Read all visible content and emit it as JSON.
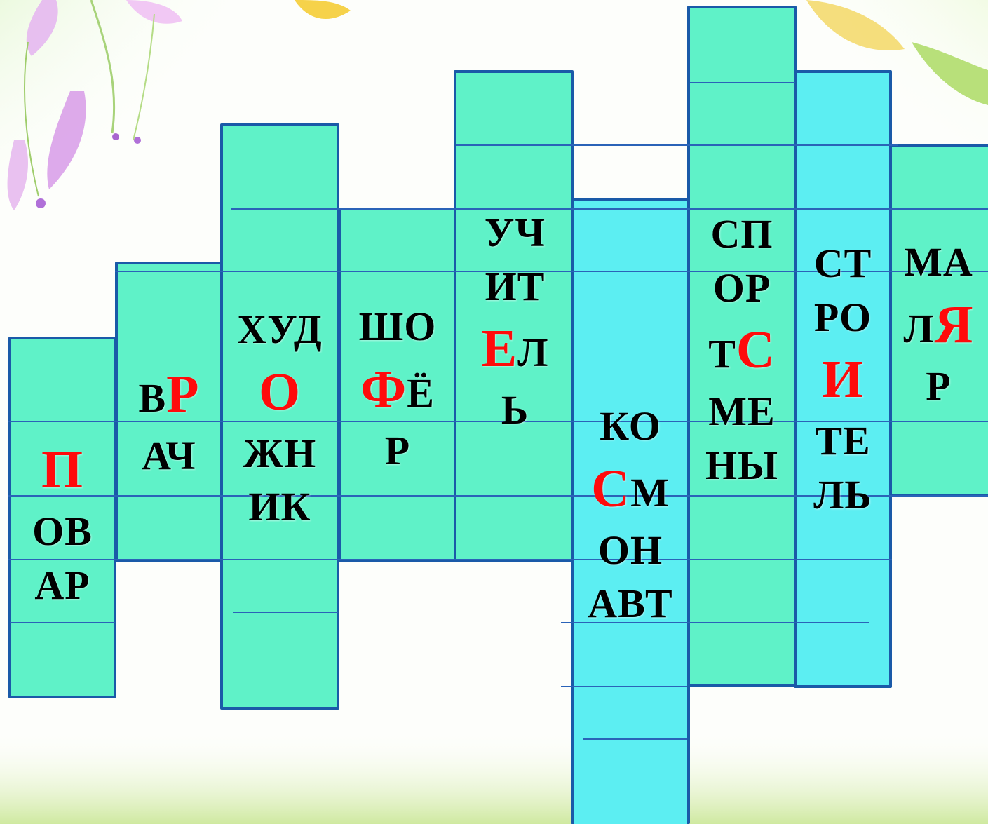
{
  "words": [
    {
      "lines": [
        {
          "red": "П",
          "rest": ""
        },
        {
          "red": "",
          "rest": "ОВ"
        },
        {
          "red": "",
          "rest": "АР"
        }
      ]
    },
    {
      "lines": [
        {
          "pre": "В",
          "red": "Р",
          "rest": ""
        },
        {
          "red": "",
          "rest": "АЧ"
        }
      ]
    },
    {
      "lines": [
        {
          "red": "",
          "rest": "ХУД"
        },
        {
          "red": "О",
          "rest": ""
        },
        {
          "red": "",
          "rest": "ЖН"
        },
        {
          "red": "",
          "rest": "ИК"
        }
      ]
    },
    {
      "lines": [
        {
          "red": "",
          "rest": "ШО"
        },
        {
          "red": "Ф",
          "rest": "Ё"
        },
        {
          "red": "",
          "rest": "Р"
        }
      ]
    },
    {
      "lines": [
        {
          "red": "",
          "rest": "УЧ"
        },
        {
          "red": "",
          "rest": "ИТ"
        },
        {
          "red": "Е",
          "rest": "Л"
        },
        {
          "red": "",
          "rest": "Ь"
        }
      ]
    },
    {
      "lines": [
        {
          "red": "",
          "rest": "КО"
        },
        {
          "red": "С",
          "rest": "М"
        },
        {
          "red": "",
          "rest": "ОН"
        },
        {
          "red": "",
          "rest": "АВТ"
        }
      ]
    },
    {
      "lines": [
        {
          "red": "",
          "rest": "СП"
        },
        {
          "red": "",
          "rest": "ОР"
        },
        {
          "pre": "Т",
          "red": "С",
          "rest": ""
        },
        {
          "red": "",
          "rest": "МЕ"
        },
        {
          "red": "",
          "rest": "НЫ"
        }
      ]
    },
    {
      "lines": [
        {
          "red": "",
          "rest": "СТ"
        },
        {
          "red": "",
          "rest": "РО"
        },
        {
          "red": "И",
          "rest": ""
        },
        {
          "red": "",
          "rest": "ТЕ"
        },
        {
          "red": "",
          "rest": "ЛЬ"
        }
      ]
    },
    {
      "lines": [
        {
          "red": "",
          "rest": "МА"
        },
        {
          "pre": "Л",
          "red": "Я",
          "rest": ""
        },
        {
          "red": "",
          "rest": "Р"
        }
      ]
    }
  ],
  "colors": {
    "green": "#5ff2c8",
    "cyan": "#5ceef2",
    "border": "#1a5aa8",
    "highlight": "#ff0b0b"
  }
}
